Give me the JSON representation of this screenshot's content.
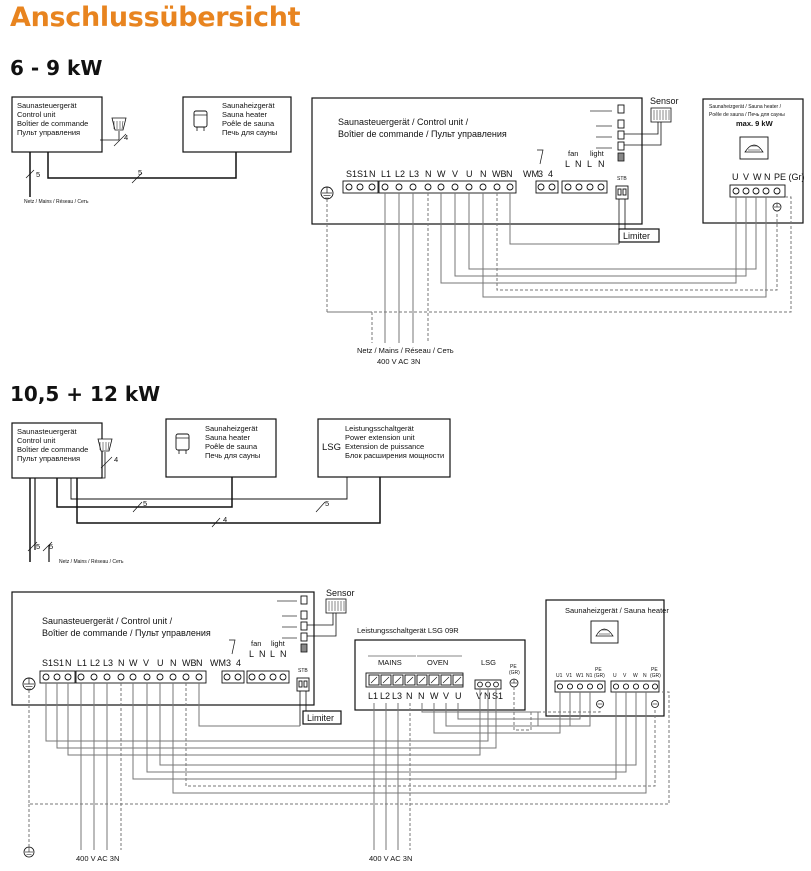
{
  "title": "Anschlussübersicht",
  "sections": {
    "s1": "6 - 9 kW",
    "s2": "10,5 + 12 kW"
  },
  "common": {
    "control_unit_lines": [
      "Saunasteuergerät",
      "Control unit",
      "Boîtier de commande",
      "Пульт управления"
    ],
    "heater_lines": [
      "Saunaheizgerät",
      "Sauna heater",
      "Poêle de sauna",
      "Печь для сауны"
    ],
    "lsg_lines": [
      "Leistungsschaltgerät",
      "Power extension unit",
      "Extension de puissance",
      "Блок расширения мощности"
    ],
    "lsg_badge": "LSG",
    "mains_label": "Netz / Mains / Réseau / Сеть",
    "wire_5": "5",
    "wire_4": "4",
    "cu_title_1": "Saunasteuergerät / Control unit /",
    "cu_title_2": "Boîtier de commande / Пульт управления",
    "sensor": "Sensor",
    "limiter": "Limiter",
    "stb": "STB",
    "fan": "fan",
    "light": "light",
    "cu_terminals": [
      "S1",
      "S1",
      "N",
      "L1",
      "L2",
      "L3",
      "N",
      "W",
      "V",
      "U",
      "N",
      "WB",
      "N"
    ],
    "wm_terminals": [
      "WM",
      "3",
      "4"
    ],
    "fl_terminals": [
      "L",
      "N",
      "L",
      "N"
    ],
    "supply": "400 V AC 3N"
  },
  "diagram1": {
    "heater_title_lines": [
      "Saunaheizgerät / Sauna heater /",
      "Poêle de sauna / Печь для сауны"
    ],
    "heater_max": "max. 9 kW",
    "heater_terminals": [
      "U",
      "V",
      "W",
      "N",
      "PE (Gr)"
    ],
    "mains_full": "Netz / Mains / Réseau / Сеть"
  },
  "diagram2": {
    "lsg_title": "Leistungsschaltgerät LSG 09R",
    "lsg_groups": [
      "MAINS",
      "OVEN",
      "LSG"
    ],
    "lsg_bottom": [
      "L1",
      "L2",
      "L3",
      "N",
      "N",
      "W",
      "V",
      "U"
    ],
    "lsg_bottom2": [
      "V",
      "N",
      "S1"
    ],
    "pe": "PE",
    "pe_gr": "(GR)",
    "heater_title": "Saunaheizgerät / Sauna heater",
    "heater_terms_left": [
      "U1",
      "V1",
      "W1",
      "N1",
      "PE"
    ],
    "heater_terms_right": [
      "U",
      "V",
      "W",
      "N",
      "PE"
    ]
  }
}
